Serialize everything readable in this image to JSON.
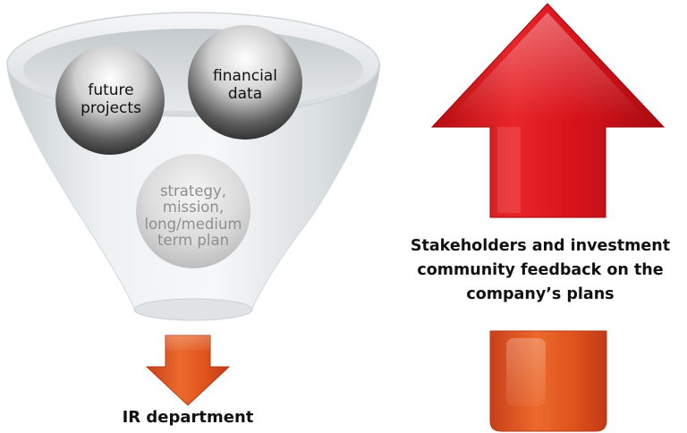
{
  "funnel": {
    "balls": [
      {
        "lines": [
          "future",
          "projects"
        ]
      },
      {
        "lines": [
          "financial",
          "data"
        ]
      },
      {
        "lines": [
          "strategy,",
          "mission,",
          "long/medium",
          "term plan"
        ]
      }
    ]
  },
  "ir_arrow": {
    "caption": "IR department"
  },
  "feedback_arrow": {
    "caption_lines": [
      "Stakeholders and investment",
      "community feedback on the",
      "company’s plans"
    ]
  },
  "colors": {
    "red_arrow": "#d8141b",
    "orange_arrow": "#e0541d",
    "funnel_glass": "#e4e7e8",
    "ball_dark": "#6d6d6d"
  }
}
